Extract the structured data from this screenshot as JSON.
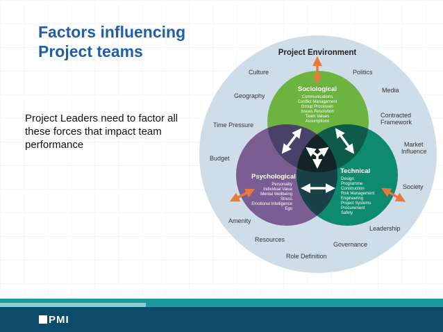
{
  "slide": {
    "title_line1": "Factors influencing",
    "title_line2": "Project teams",
    "body": "Project Leaders need to factor all these forces that impact team performance"
  },
  "diagram": {
    "outer_label": "Project Environment",
    "environment_factors": [
      "Culture",
      "Politics",
      "Geography",
      "Media",
      "Time Pressure",
      "Contracted",
      "Framework",
      "Market",
      "Influence",
      "Budget",
      "Society",
      "Amenity",
      "Leadership",
      "Resources",
      "Governance",
      "Role Definition"
    ],
    "sociological": {
      "title": "Sociological",
      "items": [
        "Communications",
        "Conflict Management",
        "Group Processes",
        "Issues Resolution",
        "Team Values",
        "Assumptions"
      ]
    },
    "psychological": {
      "title": "Psychological",
      "items": [
        "Personality",
        "Individual Value",
        "Mental Wellbeing",
        "Stress",
        "Emotional Intelligence",
        "Ego"
      ]
    },
    "technical": {
      "title": "Technical",
      "items": [
        "Design",
        "Programme",
        "Construction",
        "Risk Management",
        "Engineering",
        "Project Systems",
        "Procurement",
        "Safety"
      ]
    },
    "colors": {
      "outer": "#cfdde9",
      "sociological": "#6cb33f",
      "psychological": "#7a5d92",
      "technical": "#0e8a6e",
      "overlap": "#1c3a3a",
      "arrow": "#e8793a",
      "title": "#1f5ea8"
    }
  },
  "footer": {
    "logo": "PMI"
  }
}
